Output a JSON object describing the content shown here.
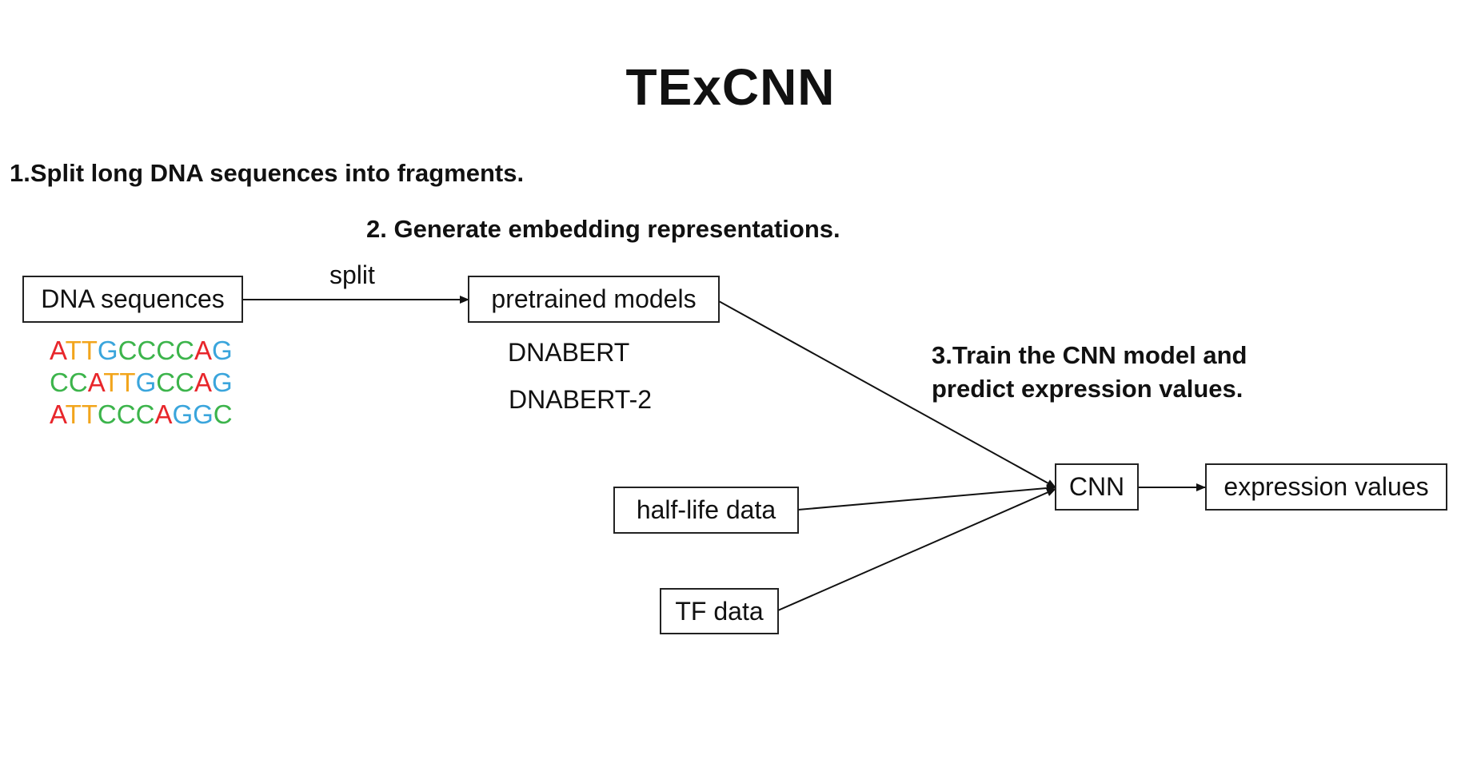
{
  "title": "TExCNN",
  "steps": {
    "step1": "1.Split long DNA sequences into fragments.",
    "step2": "2. Generate embedding representations.",
    "step3_line1": "3.Train the CNN model and",
    "step3_line2": "predict expression values."
  },
  "nodes": {
    "dna_sequences": "DNA sequences",
    "pretrained_models": "pretrained models",
    "half_life_data": "half-life data",
    "tf_data": "TF data",
    "cnn": "CNN",
    "expression_values": "expression values"
  },
  "edge_labels": {
    "split": "split"
  },
  "model_list": [
    "DNABERT",
    "DNABERT-2"
  ],
  "sequences": [
    "ATTGCCCCAG",
    "CCATTGCCAG",
    "ATTCCCAGGC"
  ],
  "nucleotide_colors": {
    "A": "#e8262b",
    "T": "#f2a51c",
    "G": "#3aa5dc",
    "C": "#3cb44b"
  }
}
